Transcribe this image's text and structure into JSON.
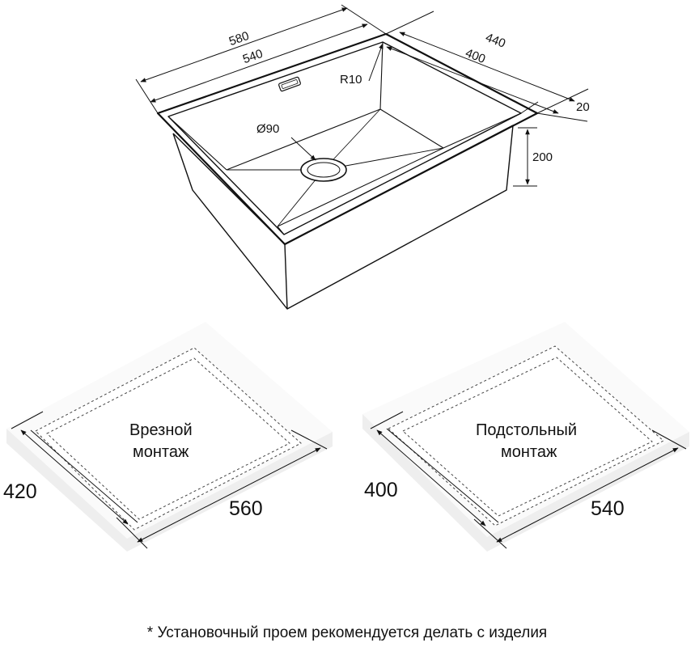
{
  "sink": {
    "dim_outer_length": "580",
    "dim_inner_length": "540",
    "dim_outer_width": "440",
    "dim_inner_width": "400",
    "dim_flange": "20",
    "dim_depth": "200",
    "dim_radius": "R10",
    "dim_drain": "Ø90"
  },
  "cutout_left": {
    "label_line1": "Врезной",
    "label_line2": "монтаж",
    "dim_width": "420",
    "dim_length": "560"
  },
  "cutout_right": {
    "label_line1": "Подстольный",
    "label_line2": "монтаж",
    "dim_width": "400",
    "dim_length": "540"
  },
  "footnote": "* Установочный проем рекомендуется делать с изделия"
}
